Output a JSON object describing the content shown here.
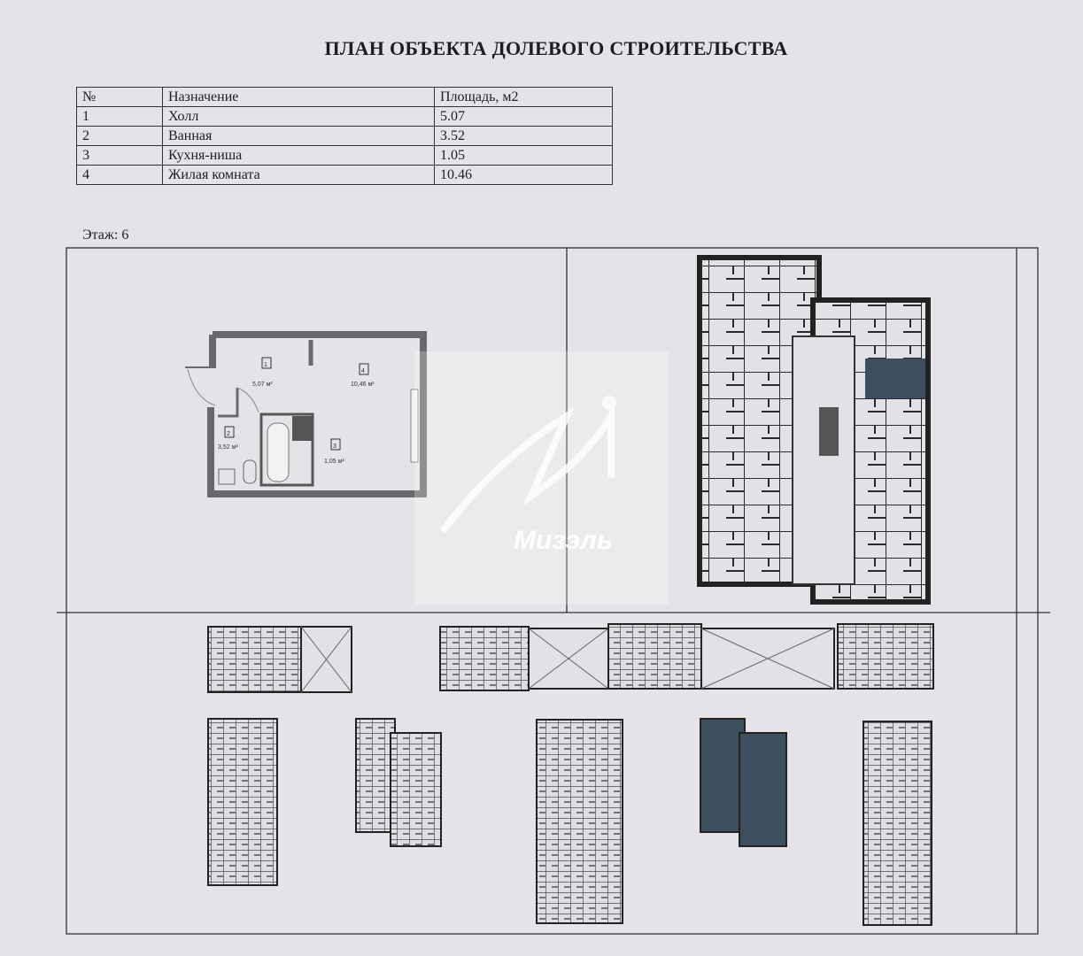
{
  "title": "ПЛАН ОБЪЕКТА ДОЛЕВОГО СТРОИТЕЛЬСТВА",
  "table": {
    "headers": [
      "№",
      "Назначение",
      "Площадь, м2"
    ],
    "rows": [
      {
        "no": "1",
        "name": "Холл",
        "area": "5.07"
      },
      {
        "no": "2",
        "name": "Ванная",
        "area": "3.52"
      },
      {
        "no": "3",
        "name": "Кухня-ниша",
        "area": "1.05"
      },
      {
        "no": "4",
        "name": "Жилая комната",
        "area": "10.46"
      }
    ]
  },
  "floor_label": "Этаж: 6",
  "apartment_plan": {
    "rooms": [
      {
        "no": "1",
        "area": "5,07 м²"
      },
      {
        "no": "2",
        "area": "3,52 м²"
      },
      {
        "no": "3",
        "area": "1,05 м²"
      },
      {
        "no": "4",
        "area": "10,46 м²"
      }
    ]
  },
  "watermark": "Мизэль",
  "colors": {
    "highlight": "#3d4f5e",
    "paper": "#e5e3e7",
    "wall": "#6a686c"
  }
}
